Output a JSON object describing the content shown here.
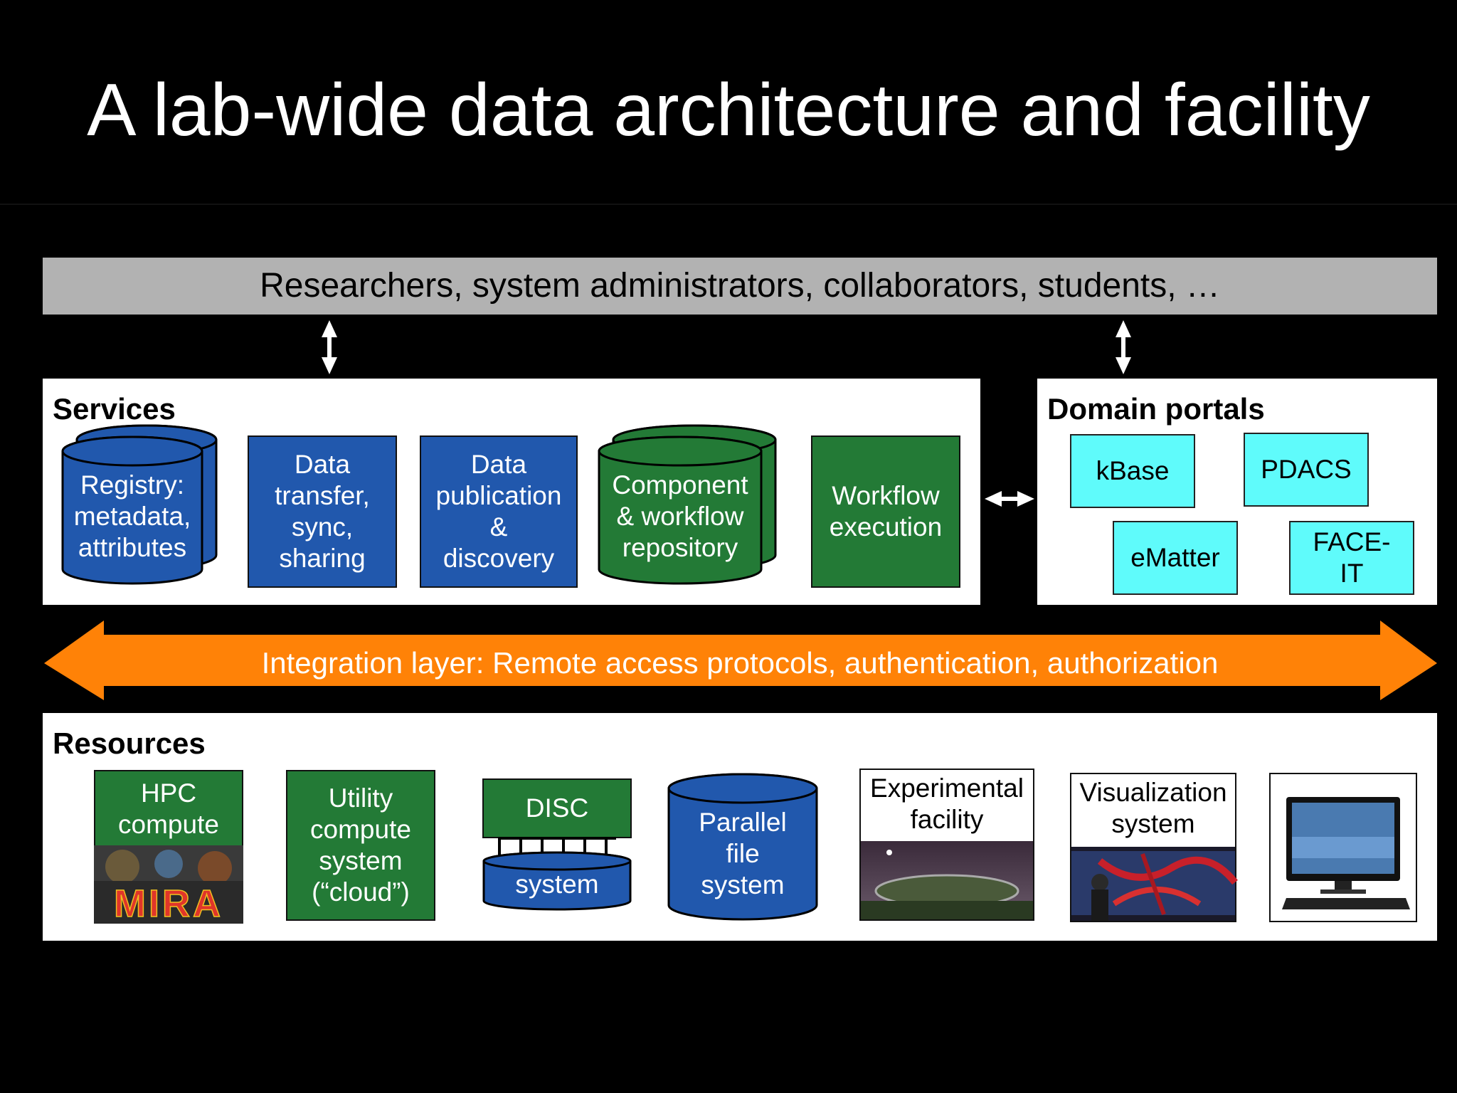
{
  "title": "A lab-wide data architecture and facility",
  "users_bar": "Researchers, system administrators, collaborators, students, …",
  "services": {
    "label": "Services",
    "items": [
      {
        "lines": [
          "Registry:",
          "metadata,",
          "attributes"
        ],
        "shape": "stacked-cylinder",
        "color": "#2158ad"
      },
      {
        "lines": [
          "Data",
          "transfer,",
          "sync,",
          "sharing"
        ],
        "shape": "box",
        "color": "#2158ad"
      },
      {
        "lines": [
          "Data",
          "publication",
          "&",
          "discovery"
        ],
        "shape": "box",
        "color": "#2158ad"
      },
      {
        "lines": [
          "Component",
          "& workflow",
          "repository"
        ],
        "shape": "stacked-cylinder",
        "color": "#237a36"
      },
      {
        "lines": [
          "Workflow",
          "execution"
        ],
        "shape": "box",
        "color": "#237a36"
      }
    ]
  },
  "domain_portals": {
    "label": "Domain portals",
    "items": [
      "kBase",
      "PDACS",
      "eMatter",
      "FACE-\nIT"
    ],
    "color": "#5ffbfb"
  },
  "integration_layer": {
    "text": "Integration layer: Remote access protocols, authentication, authorization",
    "color": "#ff8207"
  },
  "resources": {
    "label": "Resources",
    "hpc": {
      "lines": [
        "HPC",
        "compute"
      ],
      "badge": "MIRA"
    },
    "utility": {
      "lines": [
        "Utility",
        "compute",
        "system",
        "(“cloud”)"
      ]
    },
    "disc": {
      "top": "DISC",
      "bottom": "system"
    },
    "parallel": {
      "lines": [
        "Parallel",
        "file",
        "system"
      ]
    },
    "experimental": {
      "lines": [
        "Experimental",
        "facility"
      ]
    },
    "visualization": {
      "lines": [
        "Visualization",
        "system"
      ]
    },
    "workstation": {
      "icon": "desktop-computer-icon"
    }
  }
}
